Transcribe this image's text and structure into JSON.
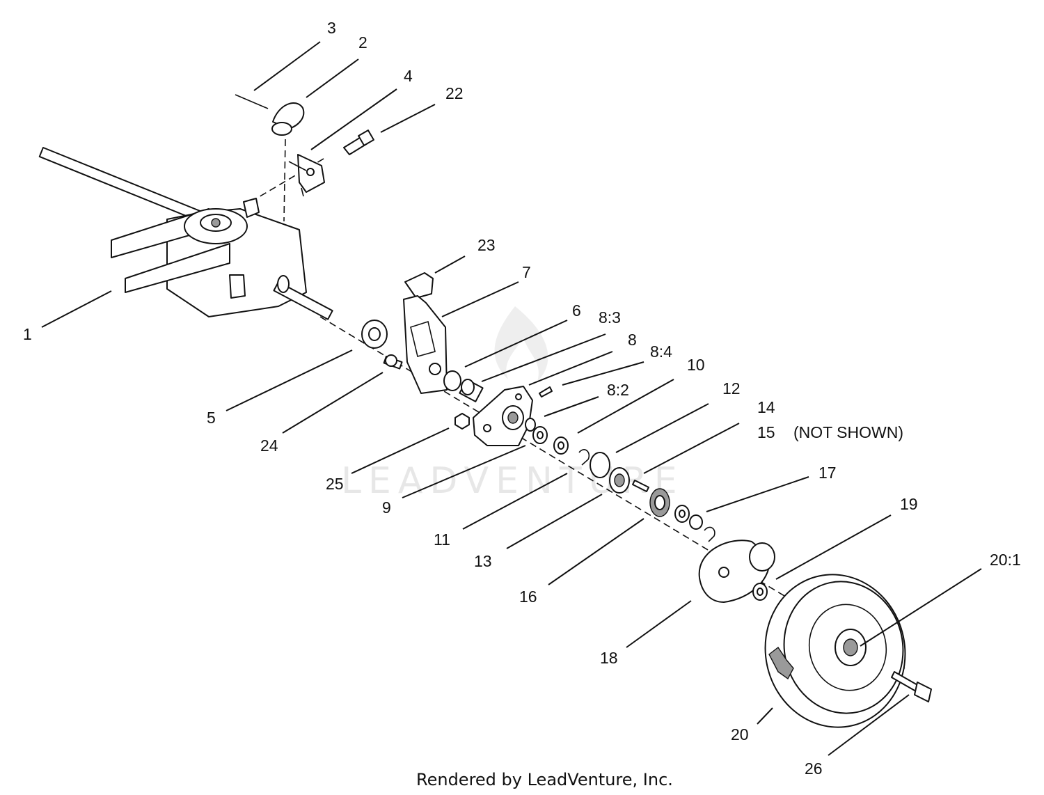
{
  "watermark": {
    "text": "LEADVENTURE"
  },
  "credit": {
    "text": "Rendered by LeadVenture, Inc."
  },
  "note": {
    "text": "(NOT SHOWN)"
  },
  "callouts": {
    "c1": "1",
    "c2": "2",
    "c3": "3",
    "c4": "4",
    "c5": "5",
    "c6": "6",
    "c7": "7",
    "c8": "8",
    "c8_2": "8:2",
    "c8_3": "8:3",
    "c8_4": "8:4",
    "c9": "9",
    "c10": "10",
    "c11": "11",
    "c12": "12",
    "c13": "13",
    "c14": "14",
    "c15": "15",
    "c16": "16",
    "c17": "17",
    "c18": "18",
    "c19": "19",
    "c20": "20",
    "c20_1": "20:1",
    "c22": "22",
    "c23": "23",
    "c24": "24",
    "c25": "25",
    "c26": "26"
  }
}
